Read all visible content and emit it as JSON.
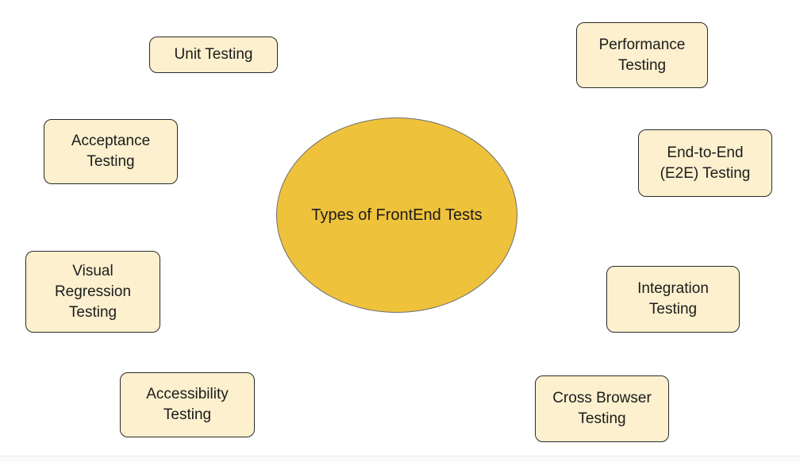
{
  "diagram": {
    "title": "Types of FrontEnd Tests",
    "center": {
      "label": "Types of FrontEnd Tests",
      "shape": "ellipse",
      "fill": "#EFC23B",
      "border": "#6F6F6F"
    },
    "nodes": [
      {
        "id": "unit-testing",
        "label": "Unit Testing"
      },
      {
        "id": "performance-testing",
        "label": "Performance\nTesting"
      },
      {
        "id": "acceptance-testing",
        "label": "Acceptance\nTesting"
      },
      {
        "id": "end-to-end-e2e-testing",
        "label": "End-to-End\n(E2E) Testing"
      },
      {
        "id": "visual-regression-testing",
        "label": "Visual\nRegression\nTesting"
      },
      {
        "id": "integration-testing",
        "label": "Integration\nTesting"
      },
      {
        "id": "accessibility-testing",
        "label": "Accessibility\nTesting"
      },
      {
        "id": "cross-browser-testing",
        "label": "Cross Browser\nTesting"
      }
    ],
    "colors": {
      "background": "#FFFFFF",
      "node_fill": "#FCF0CE",
      "node_border": "#2A2A2A",
      "center_fill": "#EFC23B",
      "center_border": "#6F6F6F",
      "text": "#1C1C1C",
      "divider_line": "#E9EBEC",
      "footer_strip": "#F8F9FA"
    }
  }
}
